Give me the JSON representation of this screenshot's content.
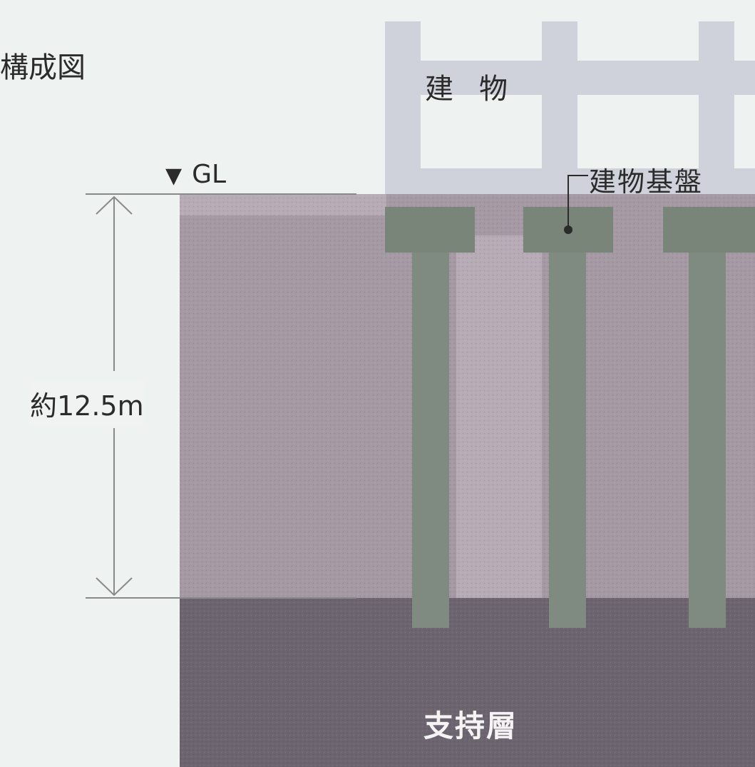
{
  "diagram": {
    "title": "構成図",
    "building_label": "建物",
    "foundation_label": "建物基盤",
    "ground_level_label": "GL",
    "ground_level_marker": "▼",
    "depth_label": "約12.5m",
    "bearing_layer_label": "支持層",
    "pile_count": 3
  },
  "colors": {
    "background": "#eef2f1",
    "building_frame": "#cfd2db",
    "upper_soil": "#a59aa4",
    "upper_soil_shade": "#b7acb6",
    "bearing_layer": "#6c6570",
    "pile": "#7f8a80",
    "foundation_cap": "#7a8579",
    "text": "#2b2b2b",
    "bearing_text": "#f6f3f4",
    "dimension_line": "#8a8a8a"
  }
}
